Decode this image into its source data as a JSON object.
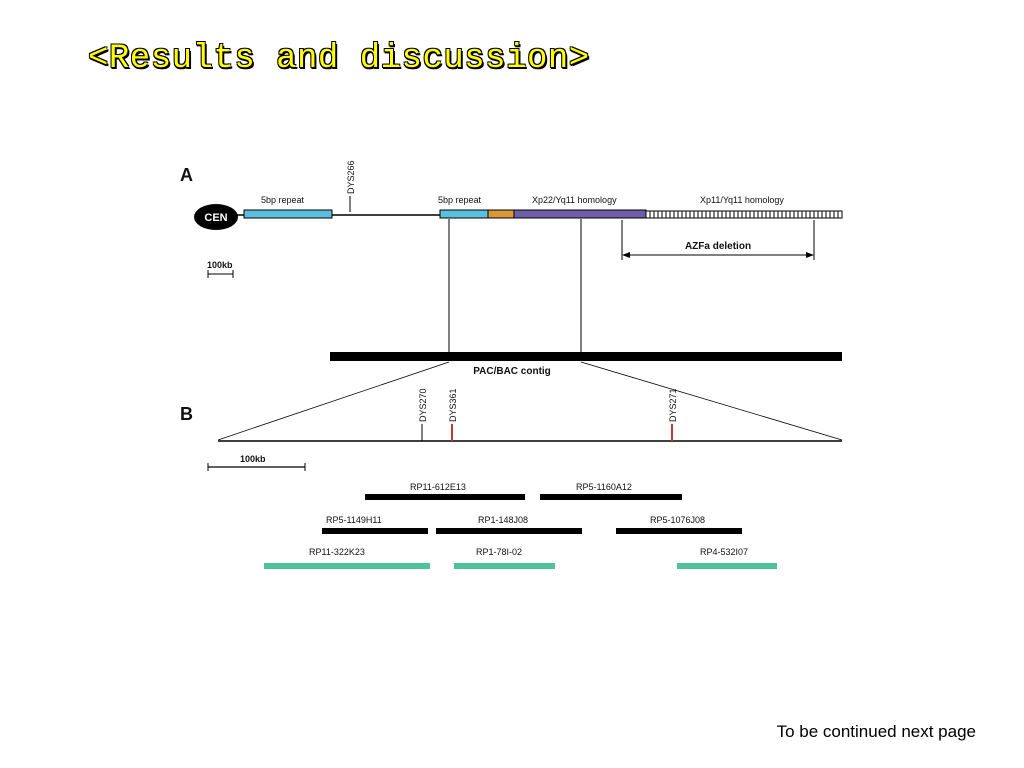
{
  "slide": {
    "title": "<Results and discussion>",
    "footer": "To be continued next page"
  },
  "figure": {
    "panel_a": {
      "label": "A",
      "centromere": "CEN",
      "scale_bar": "100kb",
      "region_labels": [
        "5bp repeat",
        "5bp repeat",
        "Xp22/Yq11 homology",
        "Xp11/Yq11 homology"
      ],
      "marker": "DYS266",
      "deletion": "AZFa deletion",
      "contig": "PAC/BAC contig"
    },
    "panel_b": {
      "label": "B",
      "scale_bar": "100kb",
      "markers": [
        "DYS270",
        "DYS361",
        "DYS271"
      ],
      "clones": [
        "RP11-612E13",
        "RP5-1160A12",
        "RP5-1149H11",
        "RP1-148J08",
        "RP5-1076J08",
        "RP11-322K23",
        "RP1-78I-02",
        "RP4-532I07"
      ]
    },
    "colors": {
      "repeat": "#5bc0de",
      "orange": "#d9973a",
      "homology": "#6e5fa8",
      "clone_green": "#4cc39c",
      "marker_red": "#c0392b"
    }
  }
}
